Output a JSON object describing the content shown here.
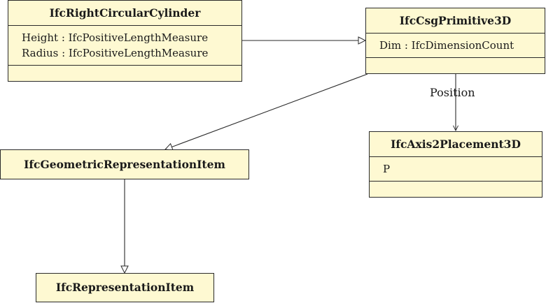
{
  "classes": {
    "cylinder": {
      "name": "IfcRightCircularCylinder",
      "attributes": [
        "Height : IfcPositiveLengthMeasure",
        "Radius : IfcPositiveLengthMeasure"
      ]
    },
    "csg": {
      "name": "IfcCsgPrimitive3D",
      "attributes": [
        "Dim : IfcDimensionCount"
      ]
    },
    "axis": {
      "name": "IfcAxis2Placement3D",
      "attributes": [
        "P"
      ]
    },
    "geometric": {
      "name": "IfcGeometricRepresentationItem"
    },
    "repitem": {
      "name": "IfcRepresentationItem"
    }
  },
  "associations": {
    "position_label": "Position"
  },
  "colors": {
    "box_fill": "#fef9d2",
    "line": "#2a2a2a"
  }
}
